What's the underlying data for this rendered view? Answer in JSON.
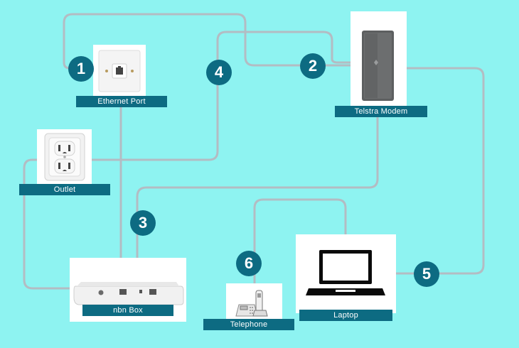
{
  "colors": {
    "background": "#8ef3f1",
    "badge": "#0d6b82",
    "label": "#0d6b82",
    "cable": "#b3bcc3"
  },
  "devices": {
    "ethernet_port": {
      "label": "Ethernet Port",
      "icon": "ethernet-wall-socket-icon"
    },
    "telstra_modem": {
      "label": "Telstra Modem",
      "icon": "modem-icon"
    },
    "outlet": {
      "label": "Outlet",
      "icon": "power-outlet-icon"
    },
    "nbn_box": {
      "label": "nbn Box",
      "icon": "nbn-box-icon"
    },
    "telephone": {
      "label": "Telephone",
      "icon": "telephone-icon"
    },
    "laptop": {
      "label": "Laptop",
      "icon": "laptop-icon"
    }
  },
  "steps": [
    "1",
    "2",
    "3",
    "4",
    "5",
    "6"
  ]
}
